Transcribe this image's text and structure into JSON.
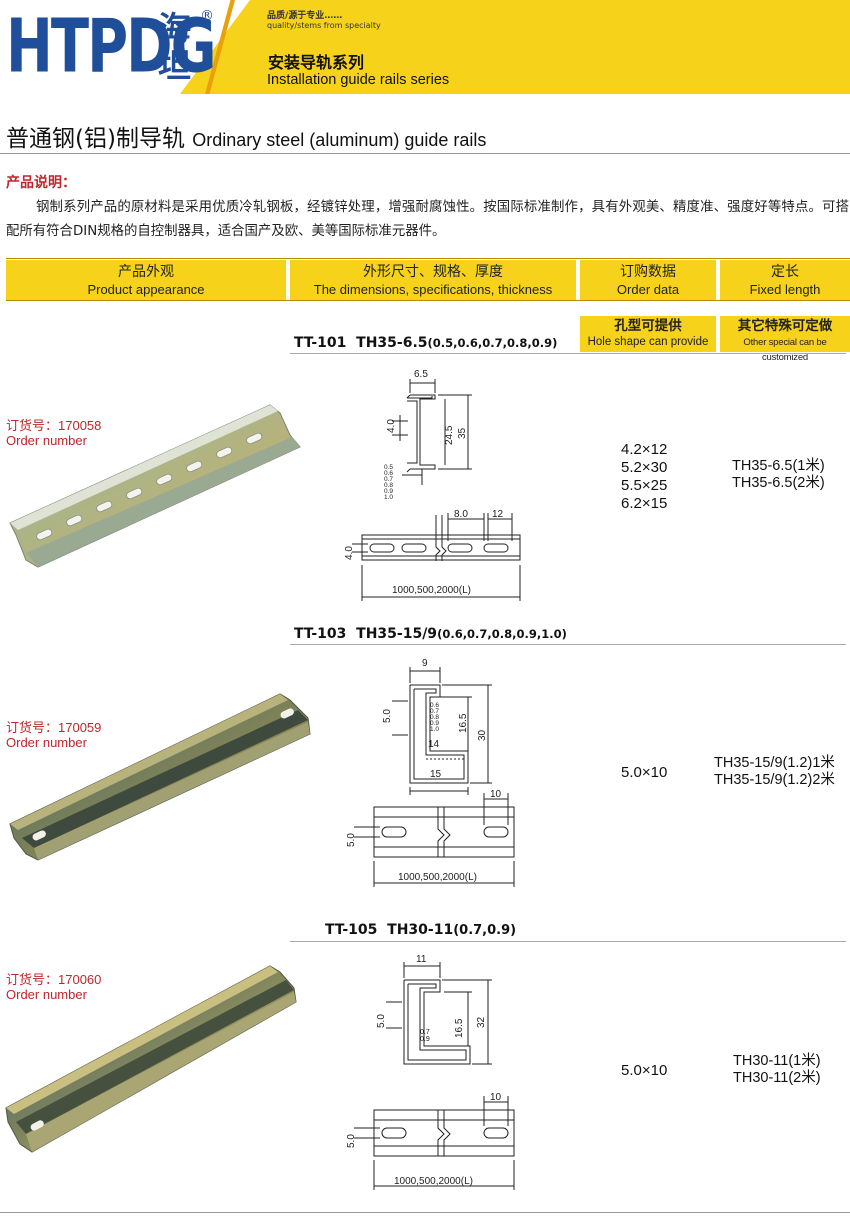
{
  "header": {
    "logo_latin": "HTPDG",
    "logo_cn": "海坦",
    "registered_mark": "®",
    "slogan_cn": "品质/源于专业……",
    "slogan_en": "quality/stems from specialty",
    "series_title_cn": "安装导轨系列",
    "series_title_en": "Installation guide rails series",
    "colors": {
      "brand_blue": "#1f4e9a",
      "banner_yellow": "#f7d21a",
      "accent_red": "#c0262b"
    }
  },
  "section": {
    "title_cn": "普通钢(铝)制导轨",
    "title_en": "Ordinary steel (aluminum) guide rails",
    "description_label": "产品说明：",
    "description": "钢制系列产品的原材料是采用优质冷轧钢板，经镀锌处理，增强耐腐蚀性。按国际标准制作，具有外观美、精度准、强度好等特点。可搭配所有符合DIN规格的自控制器具，适合国产及欧、美等国际标准元器件。"
  },
  "table_header": {
    "appearance_cn": "产品外观",
    "appearance_en": "Product appearance",
    "dimensions_cn": "外形尺寸、规格、厚度",
    "dimensions_en": "The dimensions, specifications, thickness",
    "order_cn": "订购数据",
    "order_en": "Order data",
    "length_cn": "定长",
    "length_en": "Fixed length",
    "hole_cn": "孔型可提供",
    "hole_en": "Hole shape can provide",
    "custom_cn": "其它特殊可定做",
    "custom_en": "Other special can be customized"
  },
  "products": [
    {
      "model": "TT-101",
      "spec": "TH35-6.5",
      "thickness": "(0.5,0.6,0.7,0.8,0.9)",
      "order_label_cn": "订货号：170058",
      "order_label_en": "Order number",
      "hole_sizes": [
        "4.2×12",
        "5.2×30",
        "5.5×25",
        "6.2×15"
      ],
      "lengths": [
        "TH35-6.5(1米)",
        "TH35-6.5(2米)"
      ],
      "dims": {
        "top_width": "6.5",
        "side": "4.0",
        "inner": "24.5",
        "height": "35",
        "thk": [
          "0.5",
          "0.6",
          "0.7",
          "0.8",
          "0.9",
          "1.0"
        ],
        "pitch": "8.0",
        "slot": "12",
        "slot_h": "4.0",
        "lengths": "1000,500,2000(L)"
      }
    },
    {
      "model": "TT-103",
      "spec": "TH35-15/9",
      "thickness": "(0.6,0.7,0.8,0.9,1.0)",
      "order_label_cn": "订货号：170059",
      "order_label_en": "Order number",
      "hole_sizes": [
        "5.0×10"
      ],
      "lengths": [
        "TH35-15/9(1.2)1米",
        "TH35-15/9(1.2)2米"
      ],
      "dims": {
        "top_width": "9",
        "side": "5.0",
        "inner": "16.5",
        "height": "30",
        "thk": [
          "0.6",
          "0.7",
          "0.8",
          "0.9",
          "1.0"
        ],
        "inner_w": "14",
        "bottom_w": "15",
        "slot": "10",
        "slot_h": "5.0",
        "lengths": "1000,500,2000(L)"
      }
    },
    {
      "model": "TT-105",
      "spec": "TH30-11",
      "thickness": "(0.7,0.9)",
      "order_label_cn": "订货号：170060",
      "order_label_en": "Order number",
      "hole_sizes": [
        "5.0×10"
      ],
      "lengths": [
        "TH30-11(1米)",
        "TH30-11(2米)"
      ],
      "dims": {
        "top_width": "11",
        "side": "5.0",
        "inner": "16.5",
        "height": "32",
        "thk": [
          "0.7",
          "0.9"
        ],
        "slot": "10",
        "slot_h": "5.0",
        "lengths": "1000,500,2000(L)"
      }
    }
  ]
}
